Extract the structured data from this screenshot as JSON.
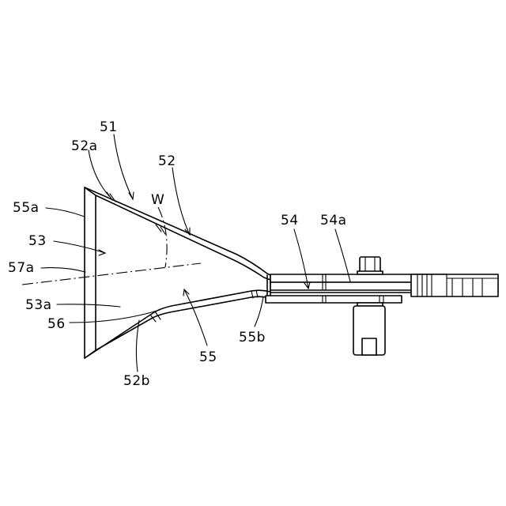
{
  "labels": {
    "l51": "51",
    "l52a": "52a",
    "l52": "52",
    "lW": "W",
    "l54": "54",
    "l54a": "54a",
    "l55a": "55a",
    "l53": "53",
    "l57a": "57a",
    "l53a": "53a",
    "l56": "56",
    "l55b": "55b",
    "l55": "55",
    "l52b": "52b"
  }
}
